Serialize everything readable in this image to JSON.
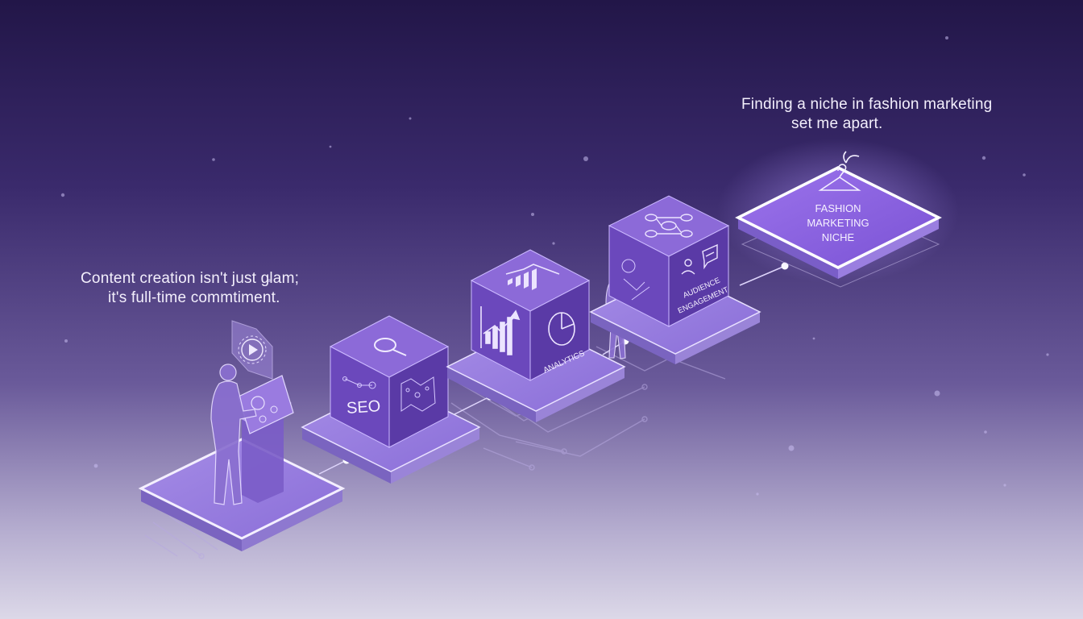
{
  "quotes": {
    "left": [
      "Content creation isn't just glam;",
      "it's full-time commtiment."
    ],
    "right": [
      "Finding a niche in fashion marketing",
      "set me apart."
    ]
  },
  "blocks": {
    "seo": "SEO",
    "analytics": "ANALYTICS",
    "audience": [
      "AUDIENCE",
      "ENGAGEMENT"
    ]
  },
  "niche": [
    "FASHION",
    "MARKETING",
    "NICHE"
  ],
  "colors": {
    "accent": "#7d5bd0",
    "cube_top": "#8a68da",
    "cube_left": "#6a48bc",
    "cube_right": "#5a3aa8",
    "glow": "#b69cff"
  },
  "icons": [
    "content-screen-icon",
    "magnifier-icon",
    "bar-growth-icon",
    "pie-chart-icon",
    "network-icon",
    "chat-icon",
    "hanger-icon"
  ]
}
